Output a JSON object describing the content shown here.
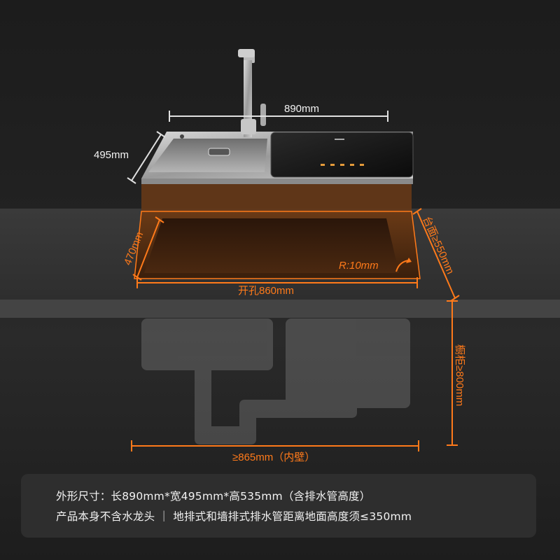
{
  "dimensions": {
    "width_label": "890mm",
    "depth_label": "495mm",
    "cutout_depth_label": "470mm",
    "cutout_width_label": "开孔860mm",
    "corner_radius_label": "R:10mm",
    "countertop_label": "台面≥550mm",
    "cabinet_label": "橱柜≥800mm",
    "inner_wall_label": "≥865mm（内壁）"
  },
  "notes": {
    "line1": "外形尺寸：长890mm*宽495mm*高535mm（含排水管高度）",
    "line2": "产品本身不含水龙头 ｜ 地排式和墙排式排水管距离地面高度须≤350mm"
  },
  "colors": {
    "accent": "#ff7a1a",
    "background": "#1c1c1c",
    "countertop": "#333333",
    "note_box": "#2e2e2e"
  }
}
